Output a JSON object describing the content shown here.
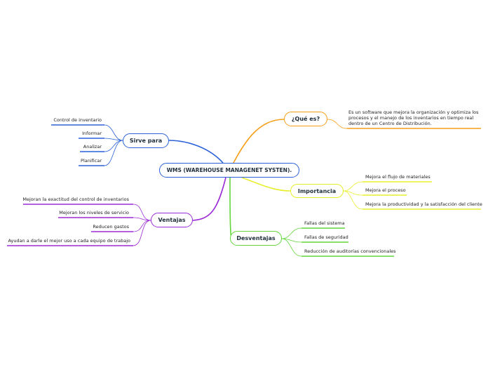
{
  "root": {
    "label": "WMS (WAREHOUSE MANAGENET SYSTEN)."
  },
  "branches": {
    "que_es": {
      "label": "¿Qué es?",
      "color": "#f59f1a",
      "items": [
        "Es un software que mejora la  organización y optimiza los procesos y el manejo de los inventarios en tiempo real dentro de un Centro de Distribución."
      ]
    },
    "importancia": {
      "label": "Importancia",
      "color": "#e7ef2d",
      "items": [
        "Mejora el flujo de materiales",
        "Mejora el proceso",
        "Mejora la productividad y la satisfacción del cliente"
      ]
    },
    "desventajas": {
      "label": "Desventajas",
      "color": "#62d63b",
      "items": [
        "Fallas del sistema",
        "Fallas de seguridad",
        "Reducción de auditorías convencionales"
      ]
    },
    "ventajas": {
      "label": "Ventajas",
      "color": "#9b2bd6",
      "items": [
        "Mejoran la exactitud del control de inventarios",
        "Mejoran los niveles de servicio",
        "Reducen gastos",
        "Ayudan a darle el mejor uso a cada equipo de trabajo"
      ]
    },
    "sirve_para": {
      "label": "Sirve para",
      "color": "#2c61d8",
      "items": [
        "Control de inventario",
        "Informar",
        "Analizar",
        "Planificar"
      ]
    }
  },
  "colors": {
    "root_border": "#2c61d8",
    "text": "#1e2d3b"
  }
}
